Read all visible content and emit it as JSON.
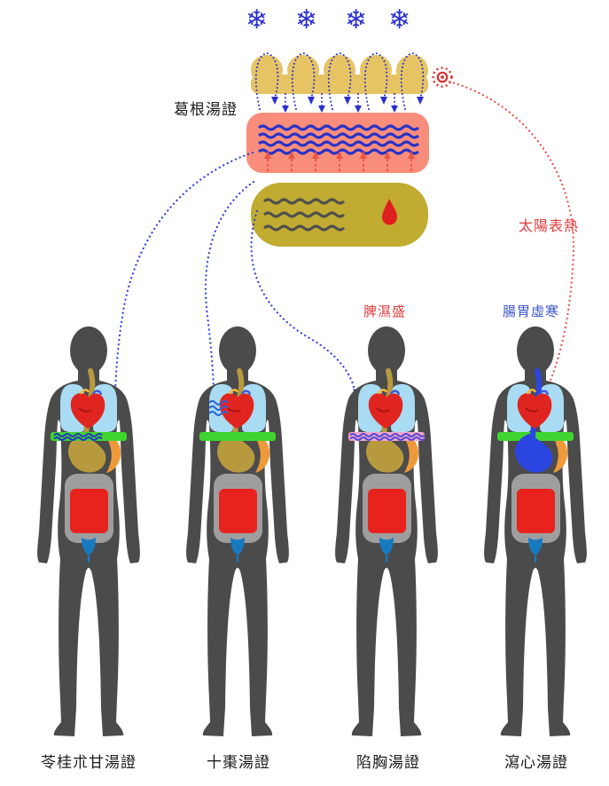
{
  "icons": {
    "snowflake": "❄"
  },
  "top_diagram": {
    "gegen_label": "葛根湯證",
    "taiyang_label": "太陽表熱"
  },
  "bodies": [
    {
      "label": "苓桂朮甘湯證",
      "annotation": ""
    },
    {
      "label": "十棗湯證",
      "annotation": ""
    },
    {
      "label": "陷胸湯證",
      "annotation": "脾濕盛"
    },
    {
      "label": "瀉心湯證",
      "annotation": "腸胃虛寒"
    }
  ],
  "colors": {
    "cold_blue": "#2a2fd0",
    "heat_red": "#e85048",
    "skin_layer": "#e6c464",
    "dermis_layer": "#f98d7b",
    "muscle_layer": "#c1ab31",
    "body_gray": "#4b4b4b",
    "band_green": "#3fd42f",
    "band_pink": "#efa6c8",
    "cold_organ_blue": "#2b46e0",
    "organ_lung_blue": "#a9dcf2",
    "organ_red": "#e02520"
  }
}
